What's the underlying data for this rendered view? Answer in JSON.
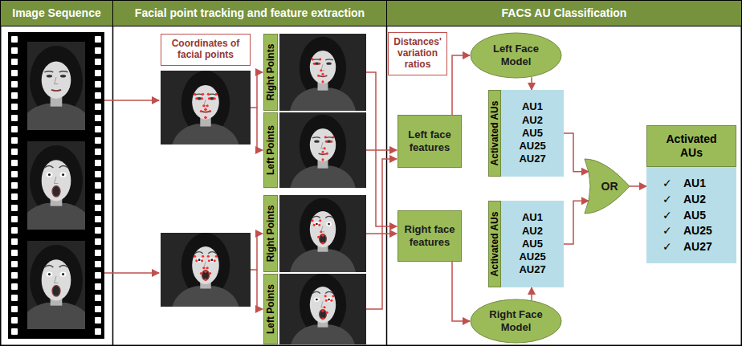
{
  "diagram": {
    "nodes": [
      {
        "text": [
          "Image Sequence"
        ]
      },
      {
        "text": [
          "Facial point tracking and feature extraction"
        ]
      },
      {
        "text": [
          "FACS AU Classification"
        ]
      },
      {
        "text": [
          "Coordinates of facial points"
        ]
      },
      {
        "text": [
          "Right Points"
        ]
      },
      {
        "text": [
          "Left Points"
        ]
      },
      {
        "text": [
          "Distances' variation ratios"
        ]
      },
      {
        "text": [
          "Left Face Model"
        ]
      },
      {
        "text": [
          "Activated AUs"
        ]
      },
      {
        "text": [
          "AU1",
          "AU2",
          "AU5",
          "AU25",
          "AU27"
        ]
      },
      {
        "text": [
          "Left face features"
        ]
      },
      {
        "text": [
          "Right Points"
        ]
      },
      {
        "text": [
          "Left Points"
        ]
      },
      {
        "text": [
          "Right face features"
        ]
      },
      {
        "text": [
          "Activated AUs"
        ]
      },
      {
        "text": [
          "AU1",
          "AU2",
          "AU5",
          "AU25",
          "AU27"
        ]
      },
      {
        "text": [
          "OR"
        ]
      },
      {
        "text": [
          "Right Face Model"
        ]
      },
      {
        "text": [
          "Activated AUs"
        ]
      },
      {
        "text": [
          "✓",
          "AU1",
          "✓",
          "AU2",
          "✓",
          "AU5",
          "✓",
          "AU25",
          "✓",
          "AU27"
        ]
      }
    ],
    "edges": [
      {
        "from": 10,
        "to": 7,
        "arrow": "to"
      },
      {
        "from": 7,
        "to": 9,
        "arrow": "to"
      },
      {
        "from": 13,
        "to": 17,
        "arrow": "to"
      },
      {
        "from": 17,
        "to": 15,
        "arrow": "to"
      },
      {
        "from": 9,
        "to": 16,
        "arrow": "to"
      },
      {
        "from": 15,
        "to": 16,
        "arrow": "to"
      },
      {
        "from": 16,
        "to": 19,
        "arrow": "to"
      }
    ]
  }
}
